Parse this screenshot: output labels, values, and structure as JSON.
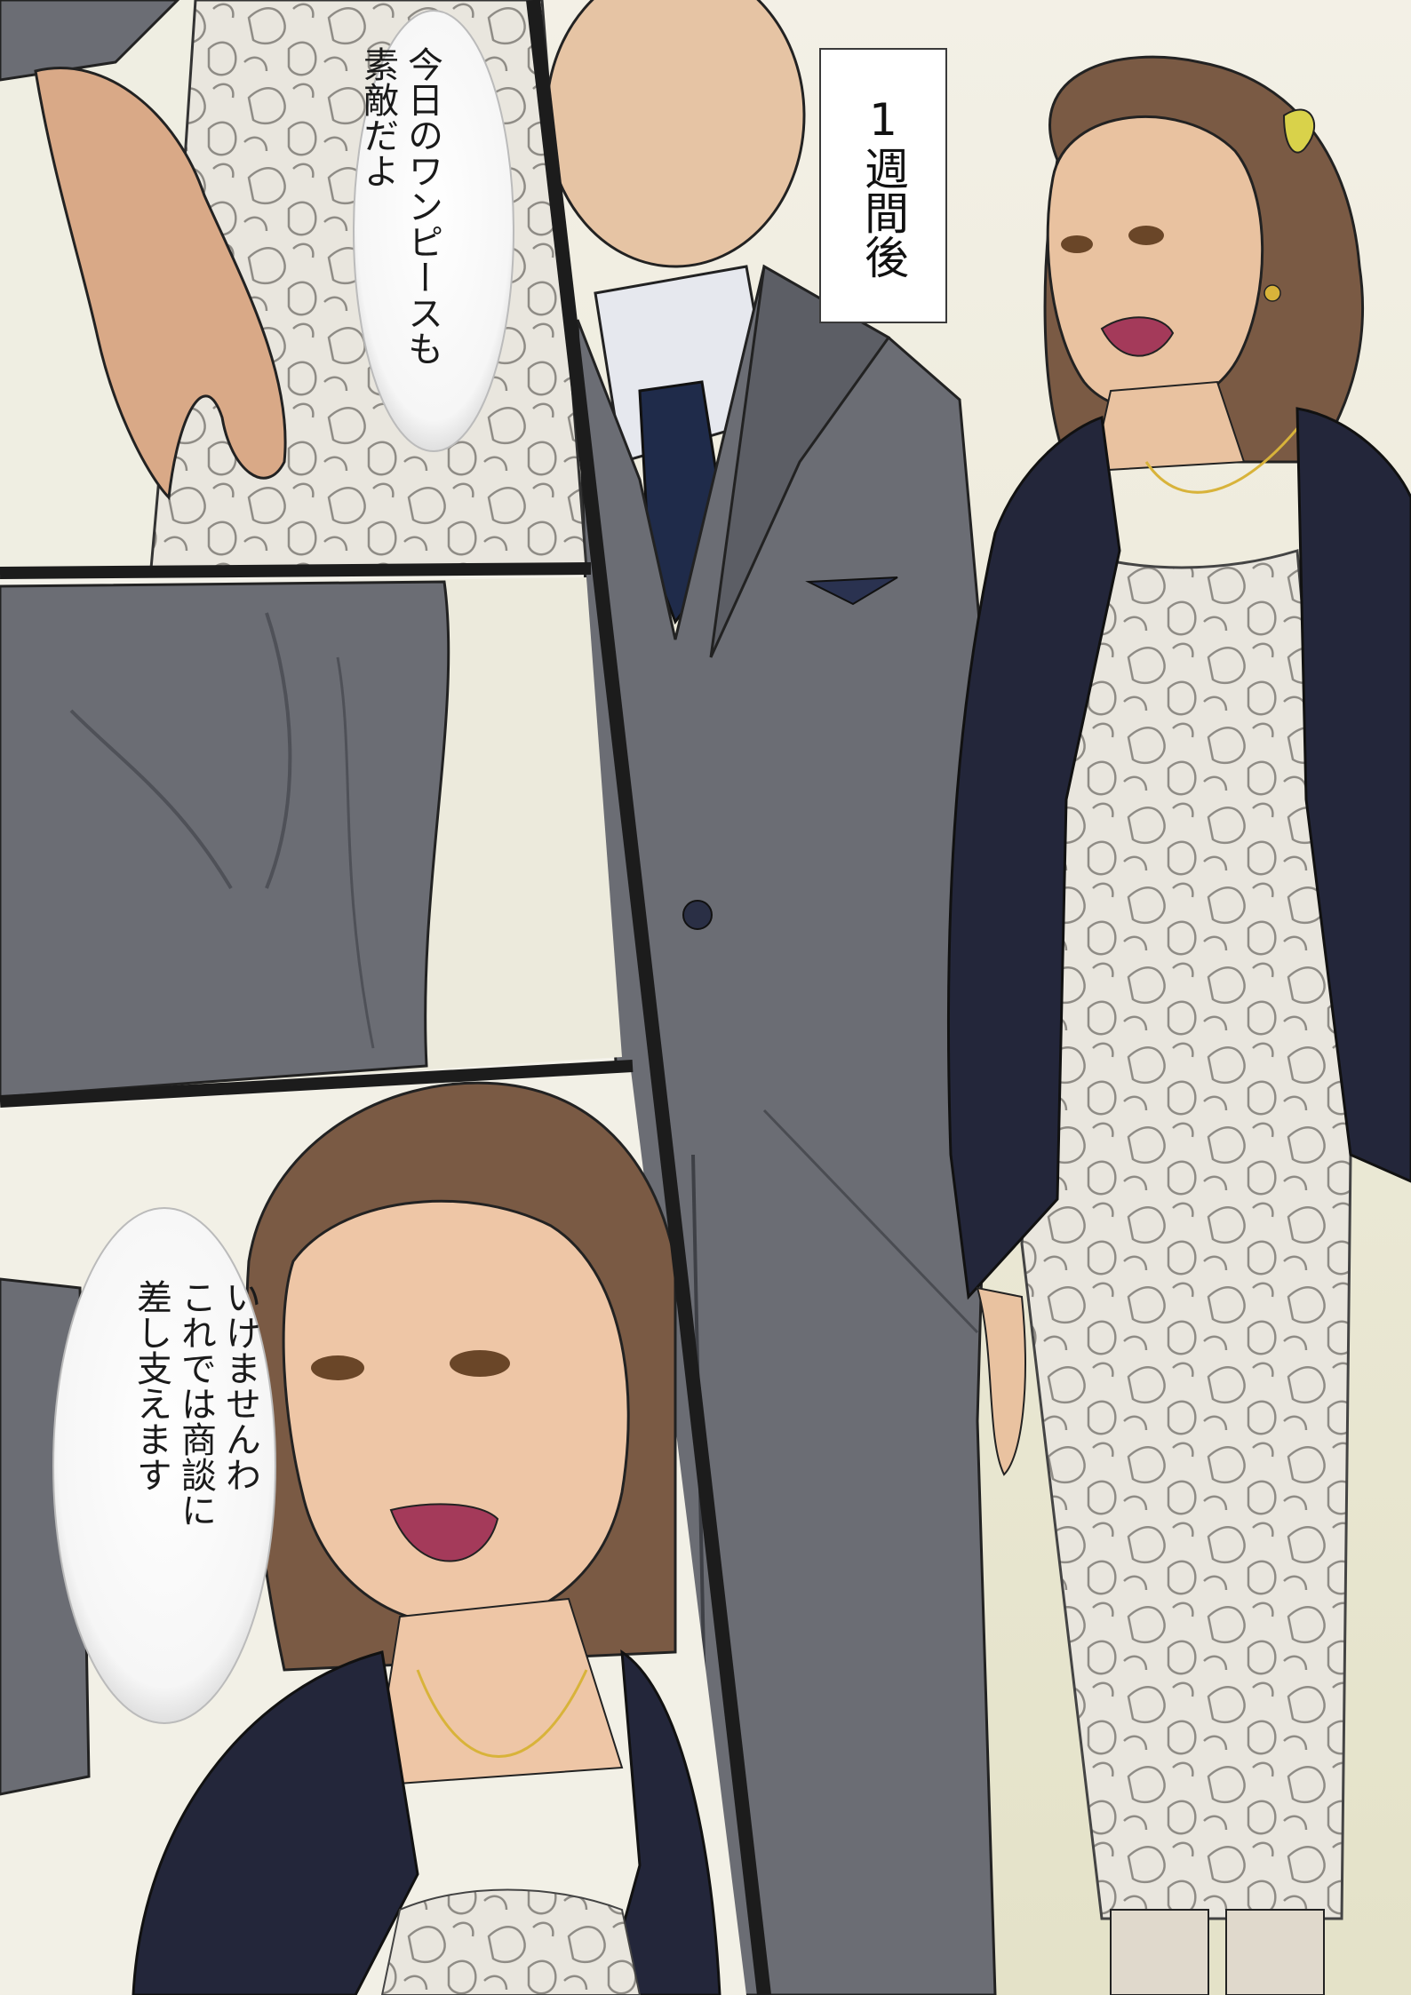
{
  "page": {
    "type": "manga-page",
    "background_color": "#f4f2ea"
  },
  "caption": {
    "text": "1週間後"
  },
  "speech_bubbles": [
    {
      "id": "bubble-1",
      "lines": [
        "今日のワンピースも",
        "素敵だよ"
      ]
    },
    {
      "id": "bubble-2",
      "lines": [
        "いけませんわ",
        "これでは商談に",
        "差し支えます"
      ]
    }
  ],
  "colors": {
    "panel_border": "#1c1c1c",
    "suit": "#6b6d74",
    "suit_shadow": "#4f5158",
    "jacket": "#23263a",
    "skin": "#e9c2a0",
    "hair": "#7a5a44",
    "shirt": "#e6e8ee",
    "tie": "#1f2b4a",
    "lace": "#e7e4dc",
    "necklace": "#d8b33a",
    "lips": "#a43a5a"
  },
  "icons": [
    "panel-border-icon",
    "speech-bubble-icon"
  ]
}
